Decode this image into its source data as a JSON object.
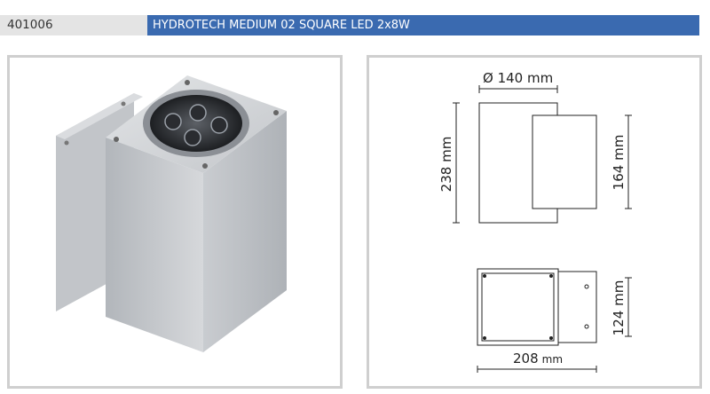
{
  "header": {
    "code": "401006",
    "title": "HYDROTECH MEDIUM 02 SQUARE LED 2x8W"
  },
  "drawing": {
    "diameter": "Ø 140 mm",
    "height_total": "238 mm",
    "height_box": "164 mm",
    "depth": "124 mm",
    "width_value": "208",
    "width_unit": "mm"
  },
  "colors": {
    "header_bar": "#3a6ab0",
    "code_bg": "#e4e4e4",
    "panel_border": "#cfcfcf"
  }
}
